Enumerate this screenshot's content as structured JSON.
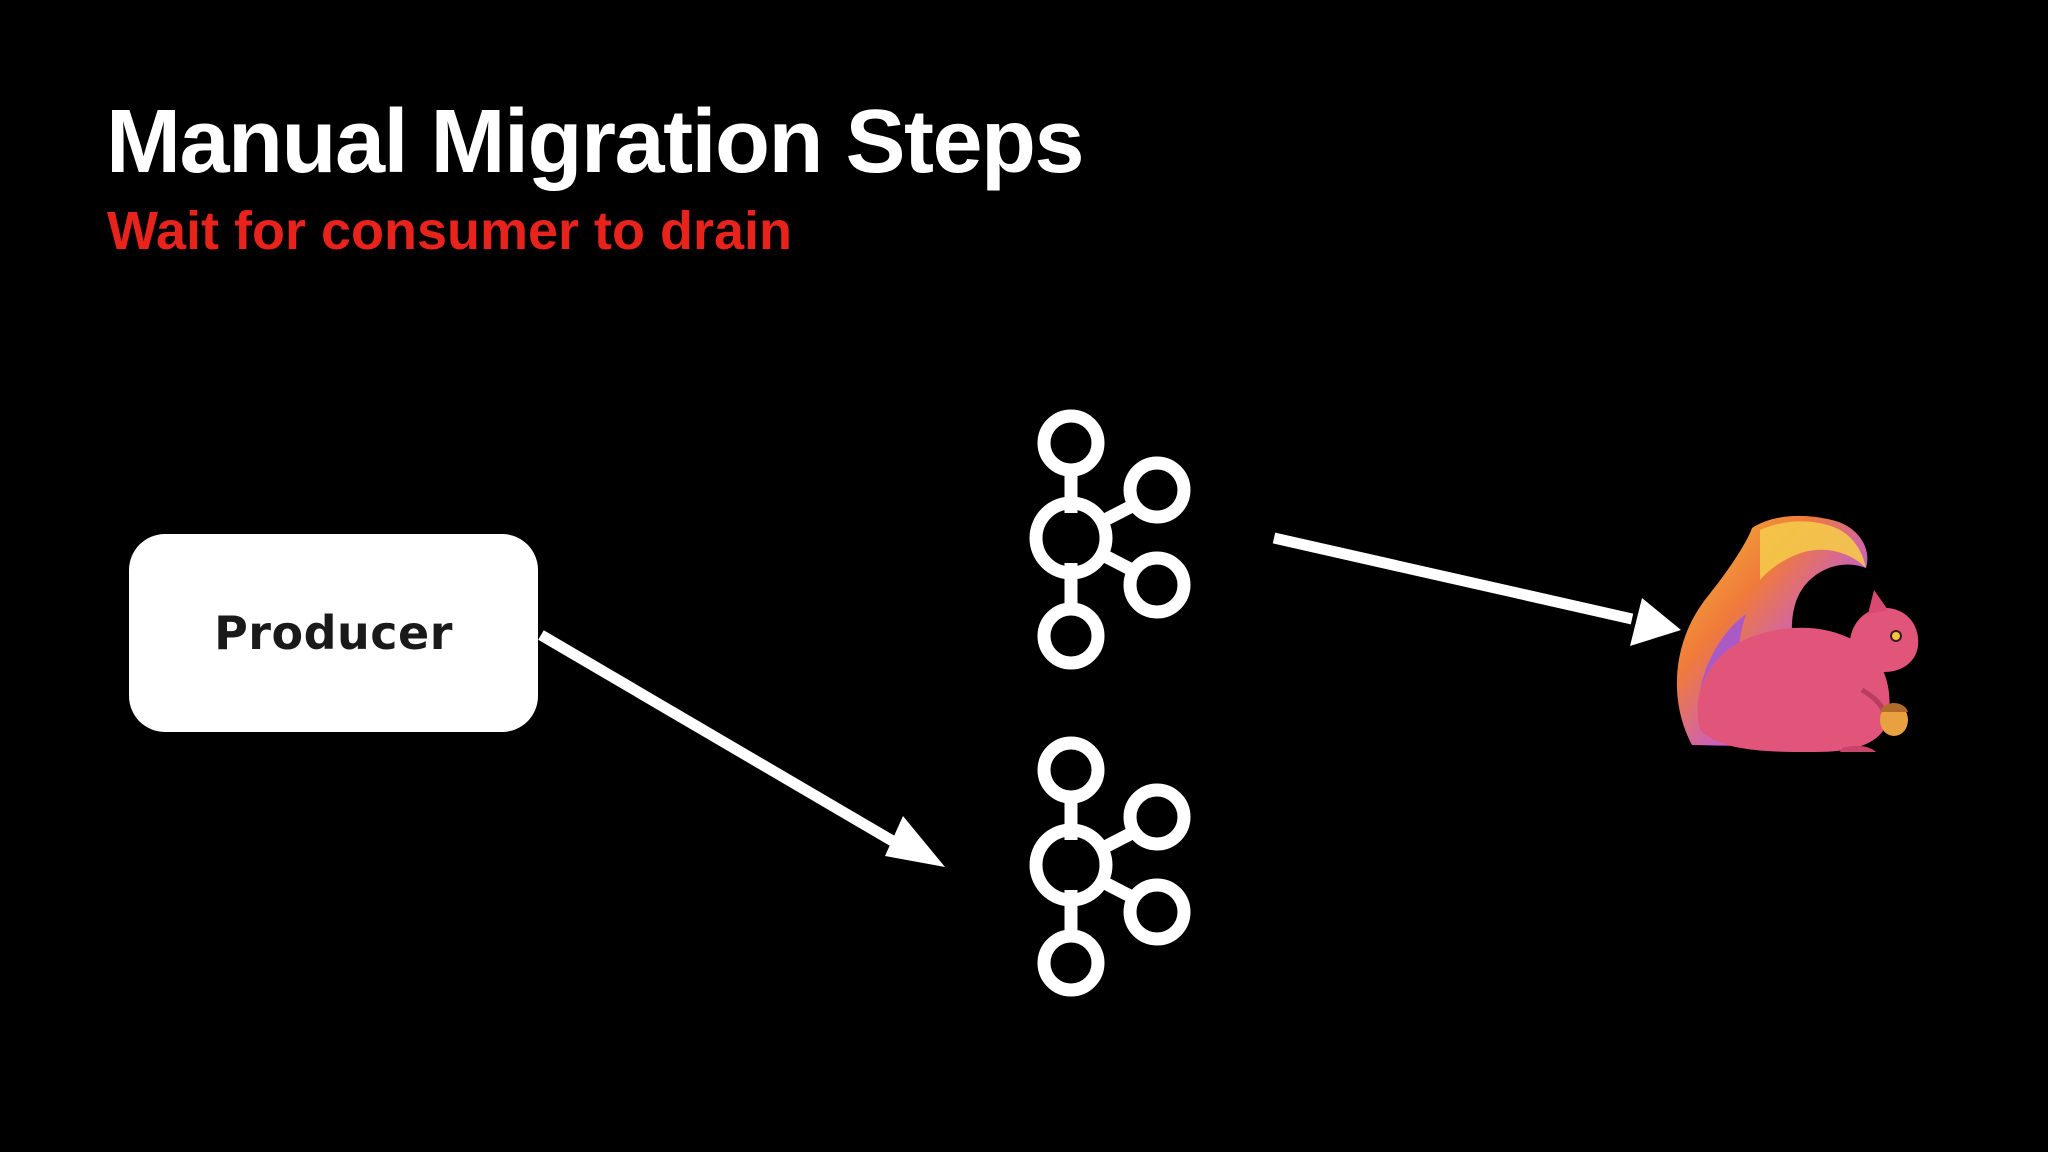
{
  "slide": {
    "title": "Manual Migration Steps",
    "subtitle": "Wait for consumer to drain"
  },
  "diagram": {
    "producer_label": "Producer",
    "nodes": [
      {
        "id": "producer",
        "kind": "box"
      },
      {
        "id": "kafka-cluster-old",
        "icon": "kafka-icon"
      },
      {
        "id": "kafka-cluster-new",
        "icon": "kafka-icon"
      },
      {
        "id": "flink-consumer",
        "icon": "flink-squirrel-icon"
      }
    ],
    "edges": [
      {
        "from": "producer",
        "to": "kafka-cluster-new"
      },
      {
        "from": "kafka-cluster-old",
        "to": "flink-consumer"
      }
    ]
  },
  "colors": {
    "background": "#000000",
    "title": "#ffffff",
    "subtitle": "#e8231b",
    "diagram_stroke": "#ffffff"
  }
}
